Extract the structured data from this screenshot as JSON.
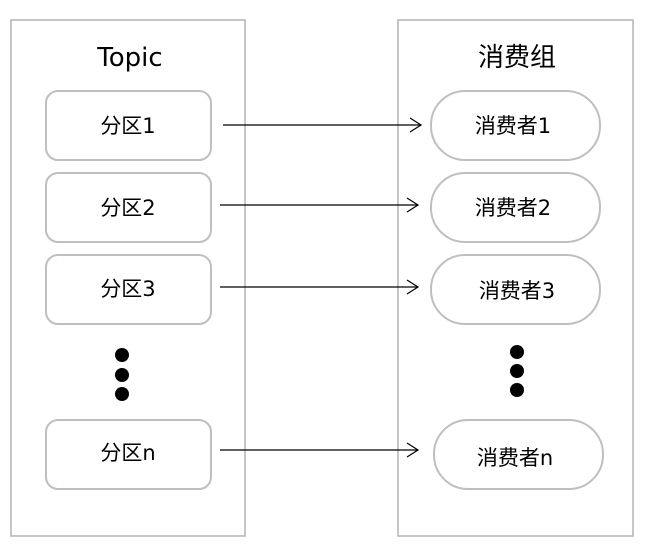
{
  "topic": {
    "title": "Topic",
    "partitions": [
      "分区1",
      "分区2",
      "分区3",
      "分区n"
    ]
  },
  "consumer_group": {
    "title": "消费组",
    "consumers": [
      "消费者1",
      "消费者2",
      "消费者3",
      "消费者n"
    ]
  }
}
